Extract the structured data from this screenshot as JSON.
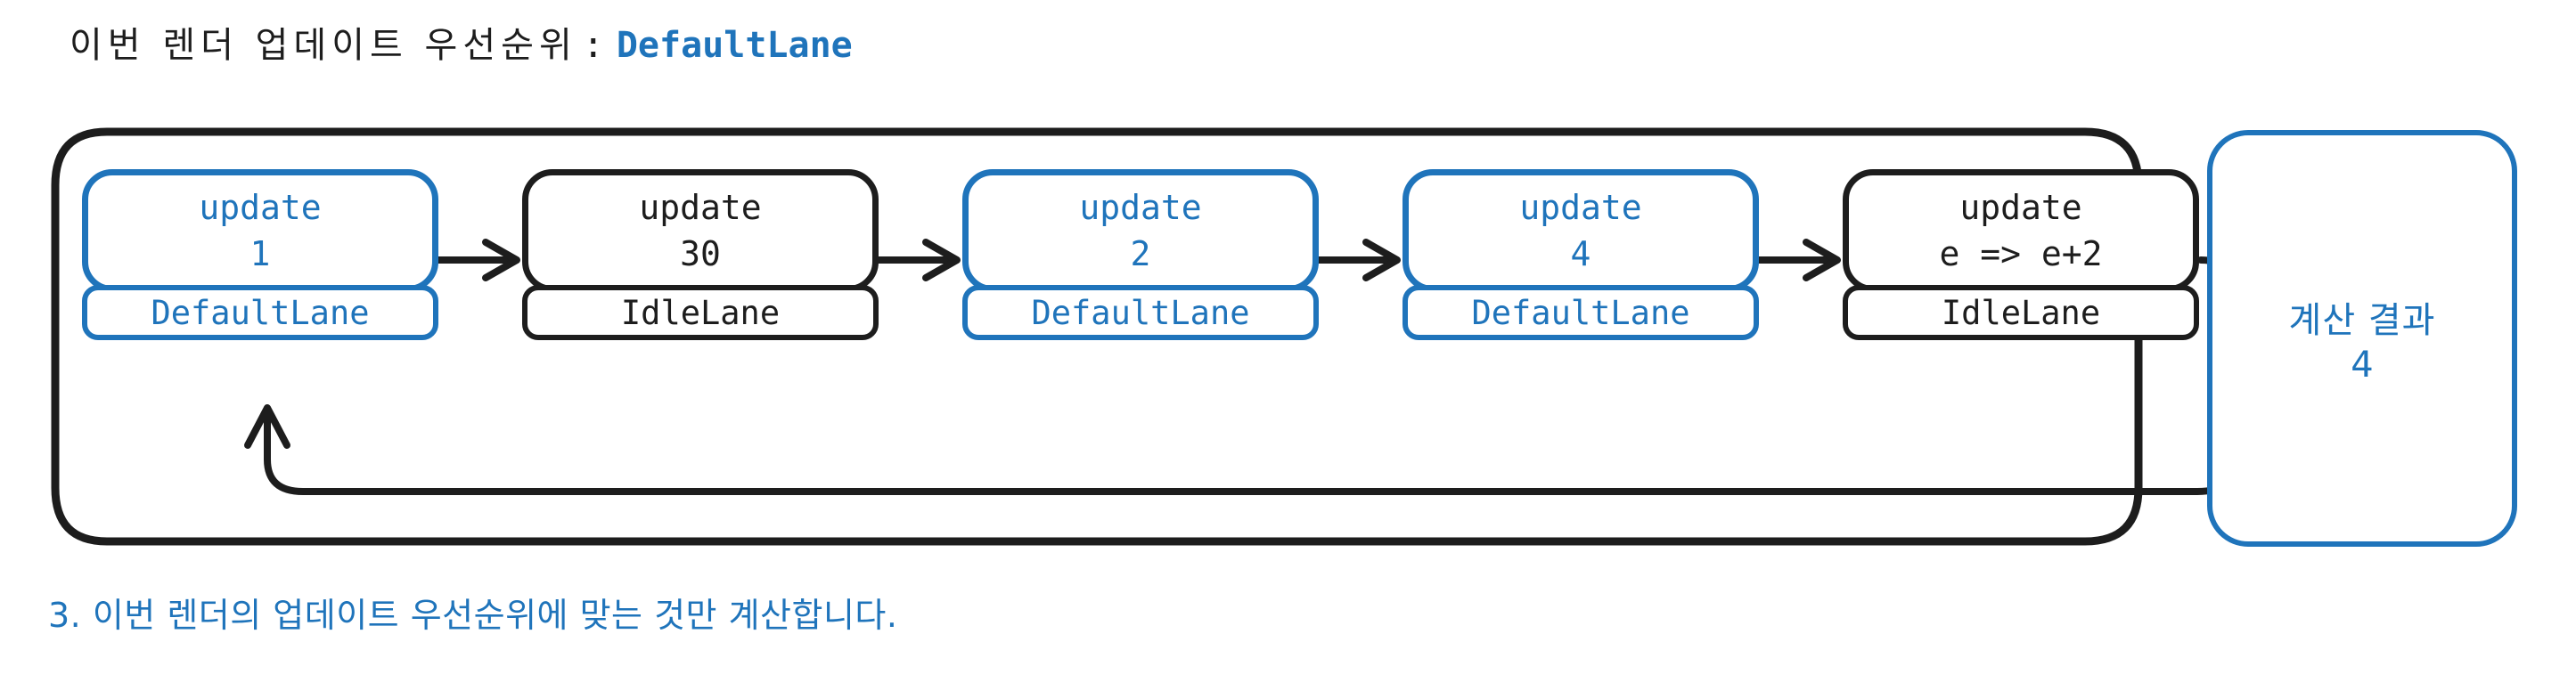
{
  "title": {
    "korean": "이번 렌더 업데이트 우선순위",
    "separator": ":",
    "lane": "DefaultLane"
  },
  "queue": {
    "nodes": [
      {
        "line1": "update",
        "line2": "1",
        "lane": "DefaultLane",
        "color": "#1f74bb",
        "highlighted": true
      },
      {
        "line1": "update",
        "line2": "30",
        "lane": "IdleLane",
        "color": "#1d1d1d",
        "highlighted": false
      },
      {
        "line1": "update",
        "line2": "2",
        "lane": "DefaultLane",
        "color": "#1f74bb",
        "highlighted": true
      },
      {
        "line1": "update",
        "line2": "4",
        "lane": "DefaultLane",
        "color": "#1f74bb",
        "highlighted": true
      },
      {
        "line1": "update",
        "line2": "e => e+2",
        "lane": "IdleLane",
        "color": "#1d1d1d",
        "highlighted": false
      }
    ]
  },
  "result": {
    "label": "계산 결과",
    "value": "4"
  },
  "caption": {
    "text": "3. 이번 렌더의 업데이트 우선순위에 맞는 것만 계산합니다."
  },
  "colors": {
    "accent_blue": "#1f74bb",
    "ink_black": "#1d1d1d",
    "background": "#ffffff"
  }
}
